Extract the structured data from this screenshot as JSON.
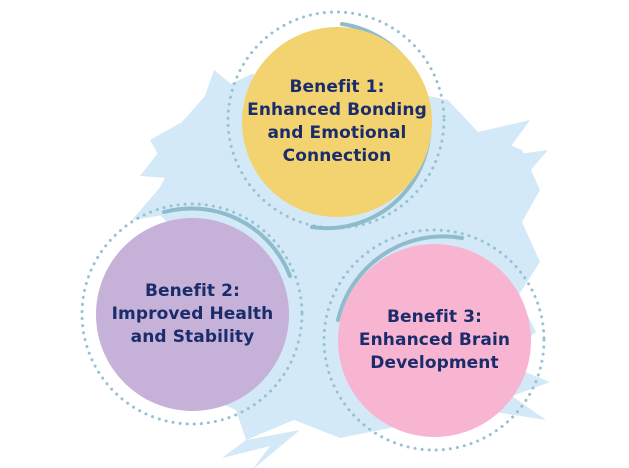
{
  "colors": {
    "splash": "#d3e9f7",
    "ring": "#8fbccc",
    "dots": "#96c3cf",
    "benefit_1": "#f3d36f",
    "benefit_2": "#c6b1d8",
    "benefit_3": "#f8b5d2",
    "text": "#1b2c6b"
  },
  "benefits": [
    {
      "label": "Benefit 1:\nEnhanced Bonding\nand Emotional\nConnection"
    },
    {
      "label": "Benefit 2:\nImproved Health\nand Stability"
    },
    {
      "label": "Benefit 3:\nEnhanced Brain\nDevelopment"
    }
  ]
}
